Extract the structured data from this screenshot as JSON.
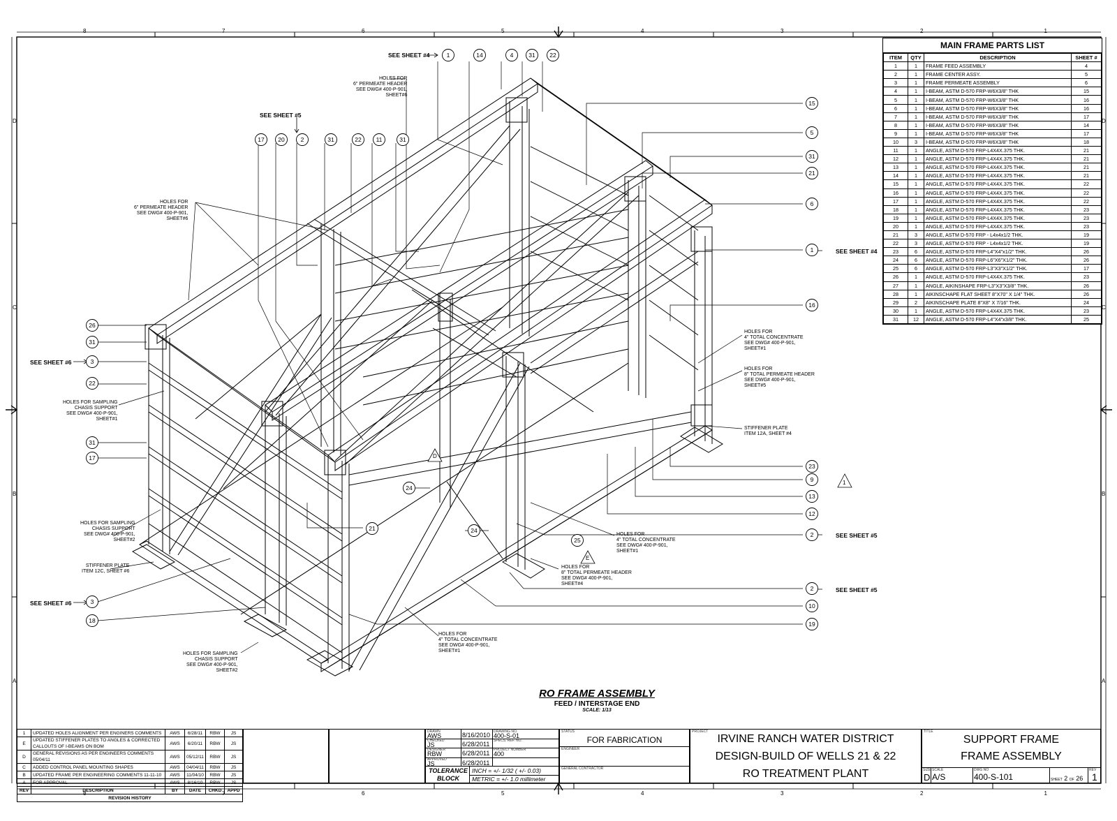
{
  "drawing": {
    "title": "RO FRAME ASSEMBLY",
    "subtitle": "FEED / INTERSTAGE END",
    "scale": "SCALE: 1/13"
  },
  "zones": {
    "columns": [
      "8",
      "7",
      "6",
      "5",
      "4",
      "3",
      "2",
      "1"
    ],
    "rows": [
      "D",
      "C",
      "B",
      "A"
    ]
  },
  "callouts": {
    "top": [
      "1",
      "14",
      "4",
      "31",
      "22"
    ],
    "top2": [
      "17",
      "20",
      "2",
      "31",
      "22",
      "11",
      "31"
    ],
    "right": [
      "15",
      "5",
      "31",
      "21",
      "6",
      "1",
      "16"
    ],
    "left": [
      "26",
      "31",
      "3",
      "22",
      "31",
      "17"
    ],
    "lowleft": [
      "3",
      "18"
    ],
    "lowright": [
      "23",
      "9",
      "13",
      "12",
      "2",
      "2",
      "10",
      "19"
    ],
    "mid": [
      "21",
      "24",
      "24",
      "25"
    ],
    "rev_marks": [
      "1",
      "D",
      "E"
    ],
    "see_sheets": [
      "SEE SHEET #4",
      "SEE SHEET #5",
      "SEE SHEET #6",
      "SEE SHEET #4",
      "SEE SHEET #5",
      "SEE SHEET #5",
      "SEE SHEET #6"
    ]
  },
  "notes": {
    "n1": [
      "HOLES FOR",
      "6\" PERMEATE HEADER",
      "SEE DWG# 400-P-901,",
      "SHEET#6"
    ],
    "n2": [
      "HOLES FOR",
      "6\" PERMEATE HEADER",
      "SEE DWG# 400-P-901,",
      "SHEET#6"
    ],
    "n3": [
      "HOLES FOR SAMPLING",
      "CHASIS SUPPORT",
      "SEE DWG# 400-P-901,",
      "SHEET#1"
    ],
    "n4": [
      "HOLES FOR SAMPLING",
      "CHASIS SUPPORT",
      "SEE DWG# 400-P-901,",
      "SHEET#2"
    ],
    "n5": [
      "STIFFENER PLATE",
      "ITEM 12C, SHEET #6"
    ],
    "n6": [
      "HOLES FOR SAMPLING",
      "CHASIS SUPPORT",
      "SEE DWG# 400-P-901,",
      "SHEET#2"
    ],
    "n7": [
      "HOLES FOR",
      "4\" TOTAL CONCENTRATE",
      "SEE DWG# 400-P-901,",
      "SHEET#1"
    ],
    "n8": [
      "HOLES FOR",
      "8\" TOTAL PERMEATE HEADER",
      "SEE DWG# 400-P-901,",
      "SHEET#5"
    ],
    "n9": [
      "STIFFENER PLATE",
      "ITEM 12A, SHEET #4"
    ],
    "n10": [
      "HOLES FOR",
      "4\" TOTAL CONCENTRATE",
      "SEE DWG# 400-P-901,",
      "SHEET#1"
    ],
    "n11": [
      "HOLES FOR",
      "8\" TOTAL PERMEATE HEADER",
      "SEE DWG# 400-P-901,",
      "SHEET#4"
    ],
    "n12": [
      "HOLES FOR",
      "4\" TOTAL CONCENTRATE",
      "SEE DWG# 400-P-901,",
      "SHEET#1"
    ]
  },
  "parts_list": {
    "title": "MAIN FRAME PARTS LIST",
    "headers": [
      "ITEM",
      "QTY",
      "DESCRIPTION",
      "SHEET #"
    ],
    "rows": [
      [
        "1",
        "1",
        "FRAME FEED ASSEMBLY",
        "4"
      ],
      [
        "2",
        "1",
        "FRAME CENTER ASSY.",
        "5"
      ],
      [
        "3",
        "1",
        "FRAME PERMEATE ASSEMBLY",
        "6"
      ],
      [
        "4",
        "1",
        "I-BEAM, ASTM D-570 FRP-W6X3/8\" THK",
        "15"
      ],
      [
        "5",
        "1",
        "I-BEAM, ASTM D-570 FRP-W6X3/8\" THK",
        "16"
      ],
      [
        "6",
        "1",
        "I-BEAM, ASTM D-570 FRP-W6X3/8\" THK",
        "16"
      ],
      [
        "7",
        "1",
        "I-BEAM, ASTM D-570 FRP-W6X3/8\" THK",
        "17"
      ],
      [
        "8",
        "1",
        "I-BEAM, ASTM D-570 FRP-W6X3/8\" THK",
        "14"
      ],
      [
        "9",
        "1",
        "I-BEAM, ASTM D-570 FRP-W6X3/8\" THK",
        "17"
      ],
      [
        "10",
        "3",
        "I-BEAM, ASTM D-570 FRP-W6X3/8\" THK",
        "18"
      ],
      [
        "11",
        "1",
        "ANGLE, ASTM D-570 FRP-L4X4X.375 THK.",
        "21"
      ],
      [
        "12",
        "1",
        "ANGLE, ASTM D-570 FRP-L4X4X.375 THK.",
        "21"
      ],
      [
        "13",
        "1",
        "ANGLE, ASTM D-570 FRP-L4X4X.375 THK.",
        "21"
      ],
      [
        "14",
        "1",
        "ANGLE, ASTM D-570 FRP-L4X4X.375 THK.",
        "21"
      ],
      [
        "15",
        "1",
        "ANGLE, ASTM D-570 FRP-L4X4X.375 THK.",
        "22"
      ],
      [
        "16",
        "1",
        "ANGLE, ASTM D-570 FRP-L4X4X.375 THK.",
        "22"
      ],
      [
        "17",
        "1",
        "ANGLE, ASTM D-570 FRP-L4X4X.375 THK.",
        "22"
      ],
      [
        "18",
        "1",
        "ANGLE, ASTM D-570 FRP-L4X4X.375 THK.",
        "23"
      ],
      [
        "19",
        "1",
        "ANGLE, ASTM D-570 FRP-L4X4X.375 THK.",
        "23"
      ],
      [
        "20",
        "1",
        "ANGLE, ASTM D-570 FRP-L4X4X.375 THK.",
        "23"
      ],
      [
        "21",
        "3",
        "ANGLE, ASTM D-570 FRP - L4x4x1/2 THK.",
        "19"
      ],
      [
        "22",
        "3",
        "ANGLE, ASTM D-570 FRP - L4x4x1/2 THK.",
        "19"
      ],
      [
        "23",
        "6",
        "ANGLE, ASTM D-570 FRP-L4\"X4\"x1/2\" THK.",
        "26"
      ],
      [
        "24",
        "6",
        "ANGLE, ASTM D-570 FRP-L6\"X6\"X1/2\" THK.",
        "26"
      ],
      [
        "25",
        "6",
        "ANGLE, ASTM D-570 FRP-L3\"X3\"X1/2\" THK.",
        "17"
      ],
      [
        "26",
        "1",
        "ANGLE, ASTM D-570 FRP-L4X4X.375 THK.",
        "23"
      ],
      [
        "27",
        "1",
        "ANGLE, AIKINSHAPE FRP-L3\"X3\"X3/8\" THK.",
        "26"
      ],
      [
        "28",
        "1",
        "AIKINSCHAPE FLAT SHEET 8\"X70\" X 1/4\" THK.",
        "26"
      ],
      [
        "29",
        "2",
        "AIKINSCHAPE PLATE 8\"X8\" X 7/16\" THK.",
        "24"
      ],
      [
        "30",
        "1",
        "ANGLE, ASTM D-570 FRP-L4X4X.375 THK.",
        "23"
      ],
      [
        "31",
        "12",
        "ANGLE, ASTM D-570 FRP-L4\"X4\"x3/8\" THK.",
        "25"
      ]
    ]
  },
  "revisions": {
    "rows": [
      [
        "1",
        "UPDATED HOLES ALIGNMENT PER ENGINERS COMMENTS",
        "AWS",
        "6/28/11",
        "RBW",
        "JS"
      ],
      [
        "E",
        "UPDATED STIFFENER PLATES TO ANGLES & CORRECTED CALLOUTS OF I-BEAMS ON BOM",
        "AWS",
        "6/20/11",
        "RBW",
        "JS"
      ],
      [
        "D",
        "GENERAL REVISIONS AS PER ENGINEERS COMMENTS 05/04/11",
        "AWS",
        "05/12/11",
        "RBW",
        "JS"
      ],
      [
        "C",
        "ADDED CONTROL PANEL MOUNTING SHAPES",
        "AWS",
        "04/04/11",
        "RBW",
        "JS"
      ],
      [
        "B",
        "UPDATED FRAME PER ENGINEERING COMMENTS 11-11-10",
        "AWS",
        "11/04/10",
        "RBW",
        "JS"
      ],
      [
        "A",
        "FOR APPROVAL",
        "AWS",
        "8/16/10",
        "RBW",
        "JS"
      ]
    ],
    "headers": [
      "REV",
      "DESCRIPTION",
      "BY",
      "DATE",
      "CHKD",
      "APPD"
    ],
    "title": "REVISION HISTORY"
  },
  "title_block": {
    "drawn_label": "DRAWN",
    "drawn_by": "AWS",
    "drawn_date": "8/16/2010",
    "checked_label": "CHECKED",
    "checked_by": "JS",
    "checked_date": "6/28/2011",
    "design_label": "DESIGNER",
    "design_by": "RBW",
    "design_date": "6/28/2011",
    "approved_label": "APPROVED",
    "approved_by": "JS",
    "approved_date": "6/28/2011",
    "dwg_no_label": "DRAWING NO.",
    "dwg_no": "400-S-01",
    "spec_label": "SPECS. REF. NO.",
    "project_no_label": "PROJECT NUMBER",
    "project_no": "400",
    "tolerance": "TOLERANCE",
    "block": "BLOCK",
    "inch_tol": "INCH = +/- 1/32 ( +/- 0.03)",
    "metric_tol": "METRIC = +/- 1.0 millimeter",
    "status_label": "STATUS",
    "status": "FOR FABRICATION",
    "engineer_label": "ENGINEER",
    "contractor_label": "GENERAL CONTRACTOR",
    "project_label": "PROJECT",
    "project_line1": "IRVINE RANCH WATER DISTRICT",
    "project_line2": "DESIGN-BUILD OF WELLS 21 & 22",
    "project_line3": "RO TREATMENT PLANT",
    "title_label": "TITLE",
    "title_line1": "SUPPORT FRAME",
    "title_line2": "FRAME ASSEMBLY",
    "size_label": "SIZE",
    "size": "D",
    "scale_label": "SCALE",
    "scale": "A/S",
    "dwgno_label": "DWG NO",
    "dwgno": "400-S-101",
    "sheet_label": "SHEET",
    "sheet_no": "2",
    "of_label": "OF",
    "sheet_total": "26",
    "rev_label": "REV",
    "rev": "1"
  }
}
